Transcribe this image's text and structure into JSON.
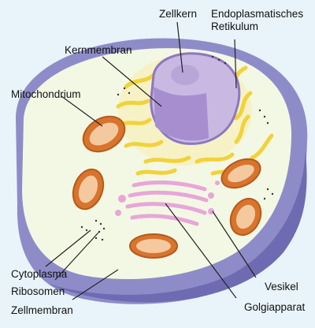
{
  "labels": {
    "zellkern": "Zellkern",
    "er": "Endoplasmatisches\nRetikulum",
    "kernmembran": "Kernmembran",
    "mitochondrium": "Mitochondrium",
    "cytoplasma": "Cytoplasma",
    "ribosomen": "Ribosomen",
    "zellmembran": "Zellmembran",
    "vesikel": "Vesikel",
    "golgiapparat": "Golgiapparat"
  },
  "colors": {
    "background": "#e9f4fa",
    "cytoplasm": "#f3f8e4",
    "membrane": "#8e8cc8",
    "nucleus": "#b8a6d6",
    "er": "#f2d23a",
    "mitochondrion": "#d8742c",
    "golgi": "#e8a6d8",
    "line": "#222222"
  }
}
